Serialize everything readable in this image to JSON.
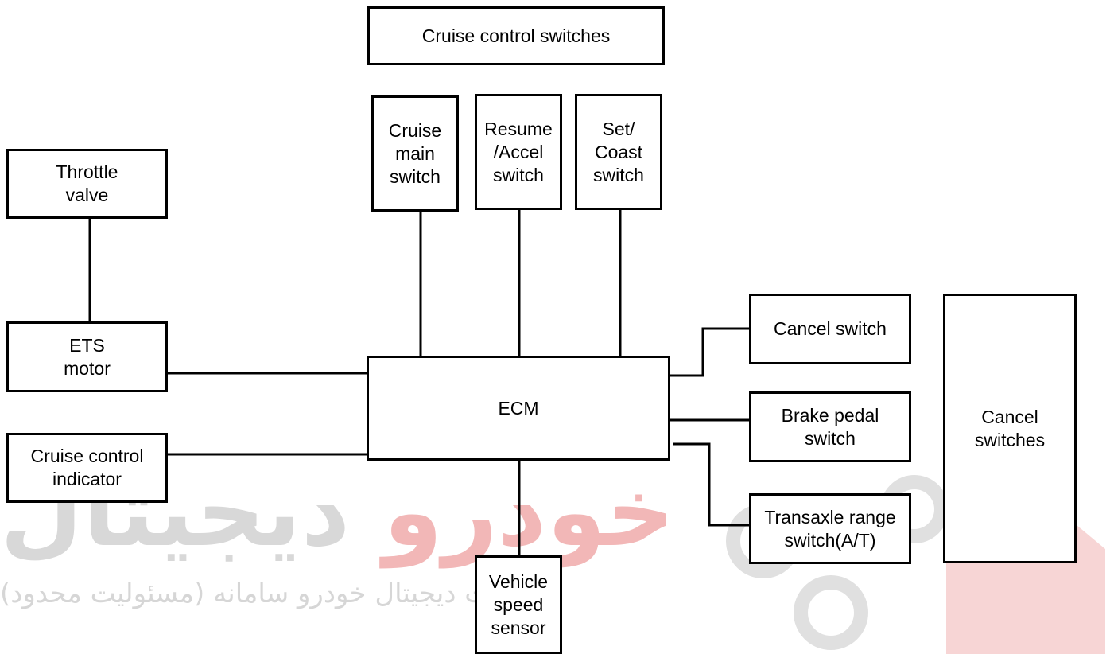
{
  "diagram": {
    "cruise_switches_group": "Cruise control switches",
    "cruise_main_switch": "Cruise\nmain\nswitch",
    "resume_accel_switch": "Resume\n/Accel\nswitch",
    "set_coast_switch": "Set/\nCoast\nswitch",
    "throttle_valve": "Throttle\nvalve",
    "ets_motor": "ETS\nmotor",
    "ecm": "ECM",
    "cruise_control_indicator": "Cruise control\nindicator",
    "vehicle_speed_sensor": "Vehicle\nspeed\nsensor",
    "cancel_switch": "Cancel switch",
    "brake_pedal_switch": "Brake pedal\nswitch",
    "transaxle_range_switch": "Transaxle range\nswitch(A/T)",
    "cancel_switches_group": "Cancel\nswitches"
  },
  "watermark": {
    "brand_gray": "دیجیتال",
    "brand_red": "خودرو",
    "company_line": "شرکت دیجیتال خودرو سامانه (مسئولیت محدود)",
    "colors": {
      "gray": "#d8d8d8",
      "red": "#f2b7b7"
    }
  }
}
